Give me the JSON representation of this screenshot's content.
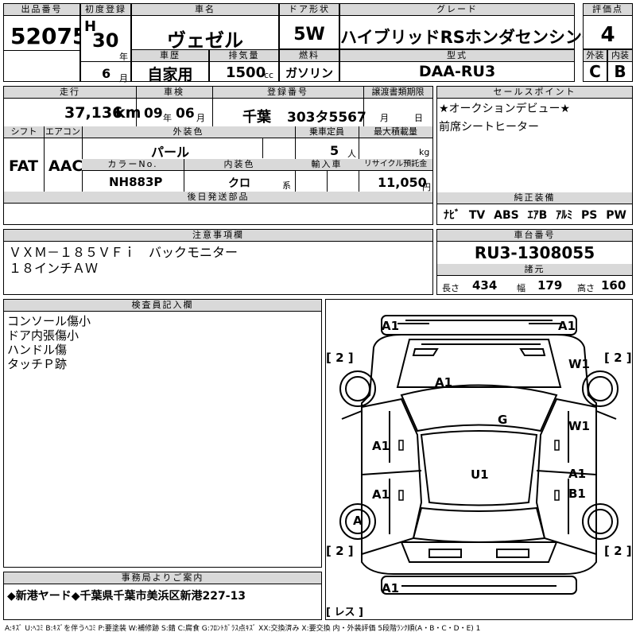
{
  "header": {
    "lot_label": "出品番号",
    "lot": "52075",
    "first_reg_label": "初度登録",
    "era": "H",
    "year": "30",
    "year_unit": "年",
    "month": "6",
    "month_unit": "月",
    "name_label": "車名",
    "name": "ヴェゼル",
    "door_label": "ドア形状",
    "door": "5W",
    "grade_label": "グレード",
    "grade": "ハイブリッドRSホンダセンシング",
    "score_label": "評価点",
    "score": "4",
    "history_label": "車歴",
    "history": "自家用",
    "displacement_label": "排気量",
    "displacement": "1500",
    "cc": "cc",
    "fuel_label": "燃料",
    "fuel": "ガソリン",
    "model_label": "型式",
    "model": "DAA-RU3",
    "ext_label": "外装",
    "ext": "C",
    "int_label": "内装",
    "int": "B"
  },
  "row2": {
    "mileage_label": "走行",
    "mileage": "37,136",
    "km": "km",
    "inspection_label": "車検",
    "insp_year": "09",
    "insp_y": "年",
    "insp_month": "06",
    "insp_m": "月",
    "plate_label": "登録番号",
    "plate_area": "千葉",
    "plate_num": "303タ5567",
    "doc_label": "譲渡書類期限",
    "doc_m": "月",
    "doc_d": "日",
    "shift_label": "シフト",
    "shift": "FAT",
    "ac_label": "エアコン",
    "ac": "AAC",
    "color_label": "外装色",
    "color": "パール",
    "capacity_label": "乗車定員",
    "capacity": "5",
    "capacity_unit": "人",
    "load_label": "最大積載量",
    "load_unit": "kg",
    "colorno_label": "カラーNo.",
    "colorno": "NH883P",
    "intcolor_label": "内装色",
    "intcolor": "クロ",
    "intcolor_unit": "系",
    "import_label": "輸入車",
    "recycle_label": "リサイクル預託金",
    "recycle": "11,050",
    "recycle_unit": "円",
    "later_label": "後日発送部品"
  },
  "sales": {
    "label": "セールスポイント",
    "lines": [
      "★オークションデビュー★",
      "前席シートヒーター"
    ]
  },
  "equip": {
    "label": "純正装備",
    "items": [
      "ﾅﾋﾞ",
      "TV",
      "ABS",
      "ｴｱB",
      "ｱﾙﾐ",
      "PS",
      "PW"
    ]
  },
  "caution": {
    "label": "注意事項欄",
    "lines": [
      "ＶＸＭ－１８５ＶＦｉ　バックモニター",
      "１８インチＡＷ"
    ]
  },
  "chassis": {
    "label": "車台番号",
    "value": "RU3-1308055"
  },
  "dims": {
    "label": "諸元",
    "length_label": "長さ",
    "length": "434",
    "width_label": "幅",
    "width": "179",
    "height_label": "高さ",
    "height": "160"
  },
  "inspector": {
    "label": "検査員記入欄",
    "lines": [
      "コンソール傷小",
      "ドア内張傷小",
      "ハンドル傷",
      "タッチＰ跡"
    ]
  },
  "diagram": {
    "a1_fl": "A1",
    "a1_fr": "A1",
    "b2_tl": "[ 2 ]",
    "b2_tr": "[ 2 ]",
    "w1_tr": "W1",
    "a1_hood": "A1",
    "g": "G",
    "w1_r": "W1",
    "a1_ld": "A1",
    "a1_lr": "A1",
    "u1": "U1",
    "a1_rr": "A1",
    "b1_rr": "B1",
    "a_wheel": "A",
    "b2_bl": "[ 2 ]",
    "b2_br": "[ 2 ]",
    "a1_rear": "A1",
    "resu": "[ レス ]"
  },
  "office": {
    "label": "事務局よりご案内",
    "text": "◆新港ヤード◆千葉県千葉市美浜区新港227-13"
  },
  "legend": "A:ｷｽﾞ  U:ﾍｺﾐ  B:ｷｽﾞを伴うﾍｺﾐ  P:要塗装  W:補修跡  S:錆  C:腐食  G:ﾌﾛﾝﾄｶﾞﾗｽ点ｷｽﾞ  XX:交換済み  X:要交換  内・外装評価  5段階ﾗﾝｸ順(A・B・C・D・E)  1"
}
